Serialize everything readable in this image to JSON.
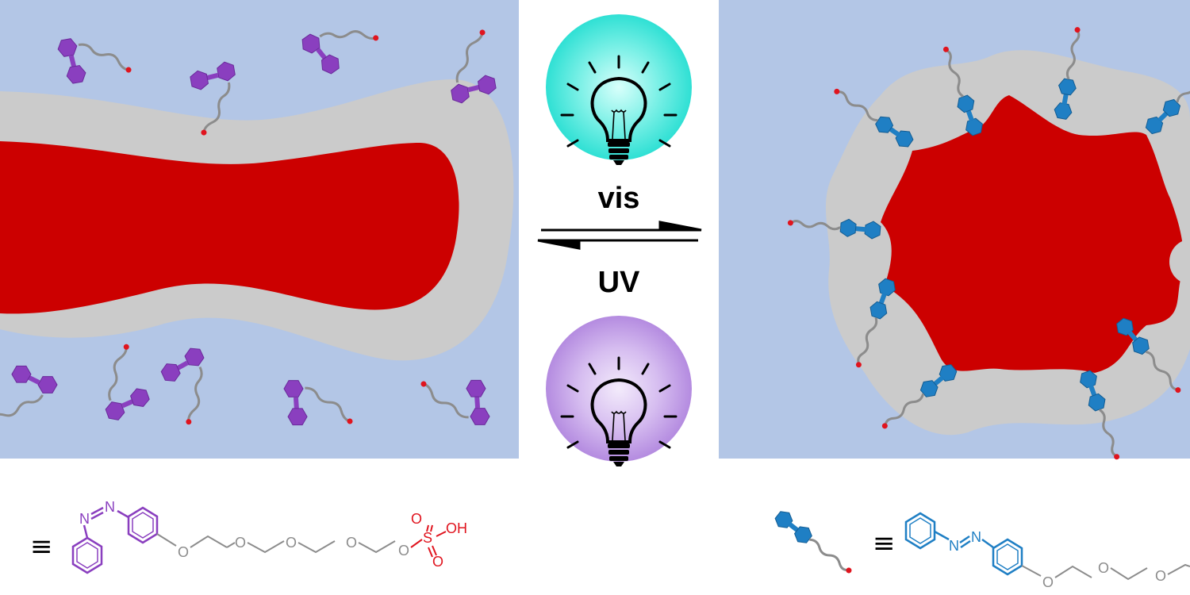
{
  "labels": {
    "forward_light": "vis",
    "reverse_light": "UV"
  },
  "legend": {
    "equiv_symbol": "≡"
  },
  "atoms": {
    "nitrogen": "N",
    "oxygen": "O",
    "sulfur": "S",
    "hydroxyl": "OH"
  },
  "colors": {
    "water": "#b3c6e6",
    "shell": "#cbcbcb",
    "core": "#cc0000",
    "trans_isomer": "#1f7fc4",
    "cis_isomer": "#8a3fbf",
    "visible_bulb_glow": "#2fe0d4",
    "uv_bulb_glow": "#b48be0",
    "sulfate": "#e0141e",
    "chain": "#8c8c8c"
  },
  "icons": {
    "bulb_visible": "lightbulb-icon",
    "bulb_uv": "lightbulb-icon",
    "equilibrium": "equilibrium-arrows-icon"
  }
}
